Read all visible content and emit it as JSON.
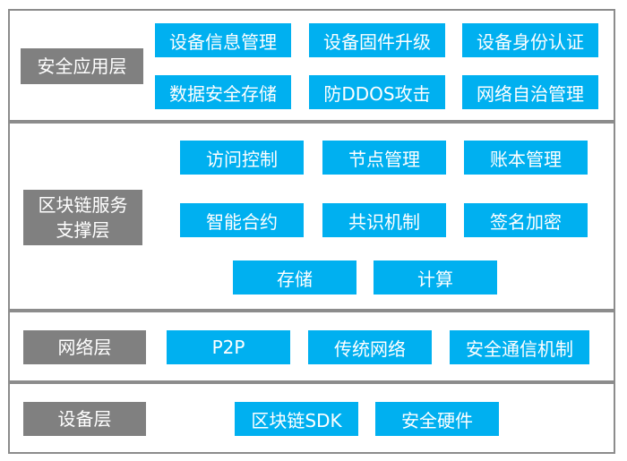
{
  "colors": {
    "module": "#00b0f0",
    "label": "#808080",
    "border": "#8c8c8c",
    "text": "#ffffff"
  },
  "layers": [
    {
      "label_lines": [
        "安全应用层"
      ],
      "modules": [
        "设备信息管理",
        "设备固件升级",
        "设备身份认证",
        "数据安全存储",
        "防DDOS攻击",
        "网络自治管理"
      ]
    },
    {
      "label_lines": [
        "区块链服务",
        "支撑层"
      ],
      "modules": [
        "访问控制",
        "节点管理",
        "账本管理",
        "智能合约",
        "共识机制",
        "签名加密",
        "存储",
        "计算"
      ]
    },
    {
      "label_lines": [
        "网络层"
      ],
      "modules": [
        "P2P",
        "传统网络",
        "安全通信机制"
      ]
    },
    {
      "label_lines": [
        "设备层"
      ],
      "modules": [
        "区块链SDK",
        "安全硬件"
      ]
    }
  ]
}
